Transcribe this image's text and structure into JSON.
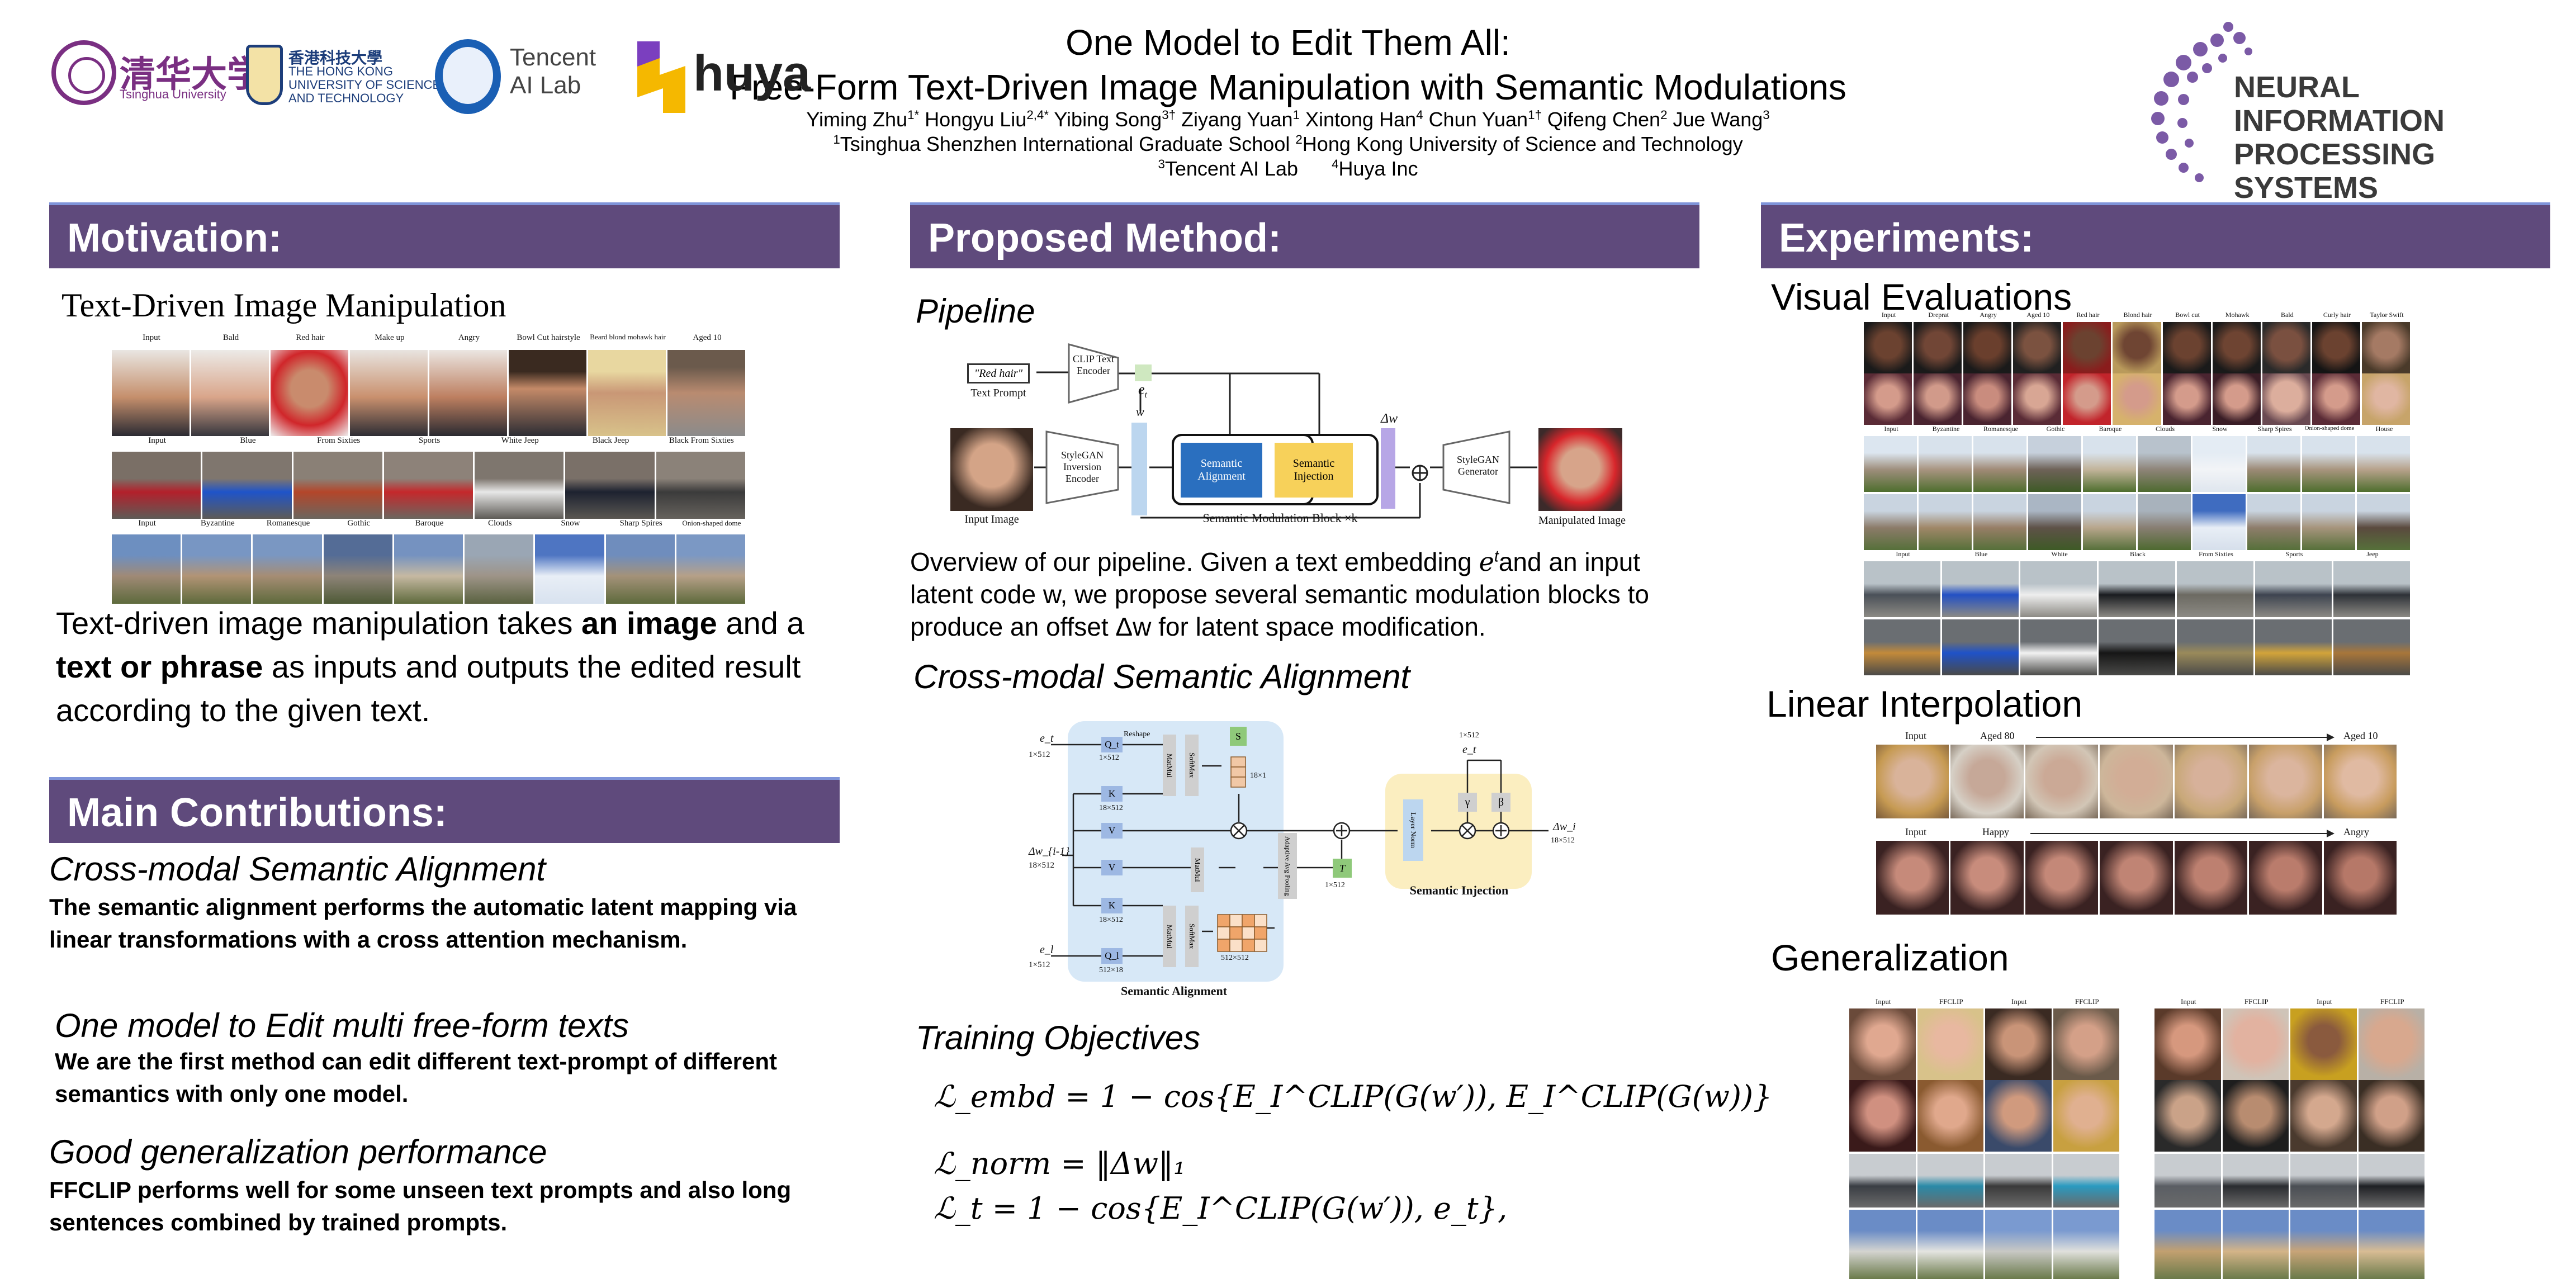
{
  "header": {
    "title_line1": "One Model to Edit Them All:",
    "title_line2": "Free-Form Text-Driven Image Manipulation with Semantic Modulations",
    "authors": [
      {
        "name": "Yiming Zhu",
        "sup": "1*"
      },
      {
        "name": "Hongyu Liu",
        "sup": "2,4*"
      },
      {
        "name": "Yibing Song",
        "sup": "3†"
      },
      {
        "name": "Ziyang Yuan",
        "sup": "1"
      },
      {
        "name": "Xintong Han",
        "sup": "4"
      },
      {
        "name": "Chun Yuan",
        "sup": "1†"
      },
      {
        "name": "Qifeng Chen",
        "sup": "2"
      },
      {
        "name": "Jue Wang",
        "sup": "3"
      }
    ],
    "affiliation_line1_a_sup": "1",
    "affiliation_line1_a": "Tsinghua Shenzhen International Graduate School",
    "affiliation_line1_b_sup": "2",
    "affiliation_line1_b": "Hong Kong University of Science and Technology",
    "affiliation_line2_a_sup": "3",
    "affiliation_line2_a": "Tencent AI Lab",
    "affiliation_line2_b_sup": "4",
    "affiliation_line2_b": "Huya Inc"
  },
  "logos": {
    "tsinghua_cn": "清华大学",
    "tsinghua_en": "Tsinghua University",
    "hkust_cn": "香港科技大學",
    "hkust_en1": "THE HONG KONG",
    "hkust_en2": "UNIVERSITY OF SCIENCE",
    "hkust_en3": "AND TECHNOLOGY",
    "tencent1": "Tencent",
    "tencent2": "AI Lab",
    "huya": "huya",
    "neurips1": "NEURAL INFORMATION",
    "neurips2": "PROCESSING SYSTEMS"
  },
  "colors": {
    "section_bar": "#5f4a7c",
    "bar_top_line": "#7f94d9"
  },
  "motivation": {
    "heading": "Motivation:",
    "figure_title": "Text-Driven Image Manipulation",
    "row1_labels": [
      "Input",
      "Bald",
      "Red hair",
      "Make up",
      "Angry",
      "Bowl Cut hairstyle",
      "Beard blond mohawk hair",
      "Aged 10"
    ],
    "row2_labels": [
      "Input",
      "Blue",
      "From Sixties",
      "Sports",
      "White Jeep",
      "Black Jeep",
      "Black From Sixties"
    ],
    "row3_labels": [
      "Input",
      "Byzantine",
      "Romanesque",
      "Gothic",
      "Baroque",
      "Clouds",
      "Snow",
      "Sharp Spires",
      "Onion-shaped dome"
    ],
    "text_1": "Text-driven image manipulation takes ",
    "text_bold1": "an image",
    "text_2": " and a ",
    "text_bold2": "text or phrase",
    "text_3": " as inputs and outputs the edited result according to the given text."
  },
  "contributions": {
    "heading": "Main Contributions:",
    "items": [
      {
        "title": "Cross-modal Semantic Alignment",
        "text": "The semantic alignment performs the automatic latent mapping via linear transformations with a cross attention mechanism."
      },
      {
        "title": "One model to Edit multi free-form texts",
        "text": "We are the first method can edit different text-prompt of different semantics with only one model."
      },
      {
        "title": "Good generalization performance",
        "text": "FFCLIP performs well for some unseen text prompts and also long sentences combined by trained prompts."
      }
    ]
  },
  "method": {
    "heading": "Proposed Method:",
    "pipeline_title": "Pipeline",
    "pipeline": {
      "prompt": "\"Red hair\"",
      "prompt_label": "Text Prompt",
      "clip": "CLIP Text Encoder",
      "et": "e",
      "et_sub": "t",
      "w": "w",
      "inversion": "StyleGAN Inversion Encoder",
      "align": "Semantic Alignment",
      "inject": "Semantic Injection",
      "block": "Semantic Modulation Block ×k",
      "dw": "Δw",
      "generator": "StyleGAN Generator",
      "input_image": "Input Image",
      "output_image": "Manipulated Image"
    },
    "overview": "Overview of our pipeline. Given a text embedding e^t and an input latent code w, we propose several semantic modulation blocks to produce an offset Δw for latent space modification.",
    "overview_a": "Overview of our pipeline. Given a text embedding ",
    "overview_e": "e",
    "overview_t": "t",
    "overview_b": "and an input latent code w, we propose several semantic modulation blocks to produce an offset Δw for latent space modification.",
    "csa_title": "Cross-modal Semantic Alignment",
    "csa": {
      "et_top": "e_t",
      "et_top_dim": "1×512",
      "qt": "Q_t",
      "reshape": "Reshape",
      "qt_dim": "1×512",
      "k": "K",
      "k_dim": "18×512",
      "v": "V",
      "v2": "V",
      "k2": "K",
      "k2_dim": "18×512",
      "dw_in": "Δw_{i-1}",
      "dw_in_dim": "18×512",
      "matmul": "MatMul",
      "softmax": "SoftMax",
      "s": "S",
      "s_dim": "18×1",
      "pool": "Adaptive Avg Pooling",
      "t": "T",
      "t_dim": "1×512",
      "ql": "Q_l",
      "ql_dim": "512×18",
      "el": "e_l",
      "el_dim": "1×512",
      "grid_dim": "512×512",
      "alignment_label": "Semantic Alignment",
      "injection_label": "Semantic Injection",
      "et_inj": "e_t",
      "et_inj_dim": "1×512",
      "gamma": "γ",
      "beta": "β",
      "layernorm": "Layer Norm",
      "dw_out": "Δw_i",
      "dw_out_dim": "18×512"
    },
    "training_title": "Training Objectives",
    "eq1": "ℒ_embd = 1 − cos{E_I^CLIP(G(w′)), E_I^CLIP(G(w))}",
    "eq2": "ℒ_norm = ‖Δw‖₁",
    "eq3": "ℒ_t = 1 − cos{E_I^CLIP(G(w′)), e_t},"
  },
  "experiments": {
    "heading": "Experiments:",
    "visual_title": "Visual Evaluations",
    "visual_face_labels": [
      "Input",
      "Dreprat",
      "Angry",
      "Aged 10",
      "Red hair",
      "Blond hair",
      "Bowl cut",
      "Mohawk",
      "Bald",
      "Curly hair",
      "Taylor Swift"
    ],
    "visual_church_labels": [
      "Input",
      "Byzantine",
      "Romanesque",
      "Gothic",
      "Baroque",
      "Clouds",
      "Snow",
      "Sharp Spires",
      "Onion-shaped dome",
      "House"
    ],
    "visual_car_labels": [
      "Input",
      "Blue",
      "White",
      "Black",
      "From Sixties",
      "Sports",
      "Jeep"
    ],
    "interp_title": "Linear Interpolation",
    "interp_row1": {
      "start": "Input",
      "from": "Aged 80",
      "to": "Aged 10"
    },
    "interp_row2": {
      "start": "Input",
      "from": "Happy",
      "to": "Angry"
    },
    "gen_title": "Generalization",
    "gen_headers": [
      "Input",
      "FFCLIP",
      "Input",
      "FFCLIP",
      "Input",
      "FFCLIP",
      "Input",
      "FFCLIP"
    ]
  }
}
